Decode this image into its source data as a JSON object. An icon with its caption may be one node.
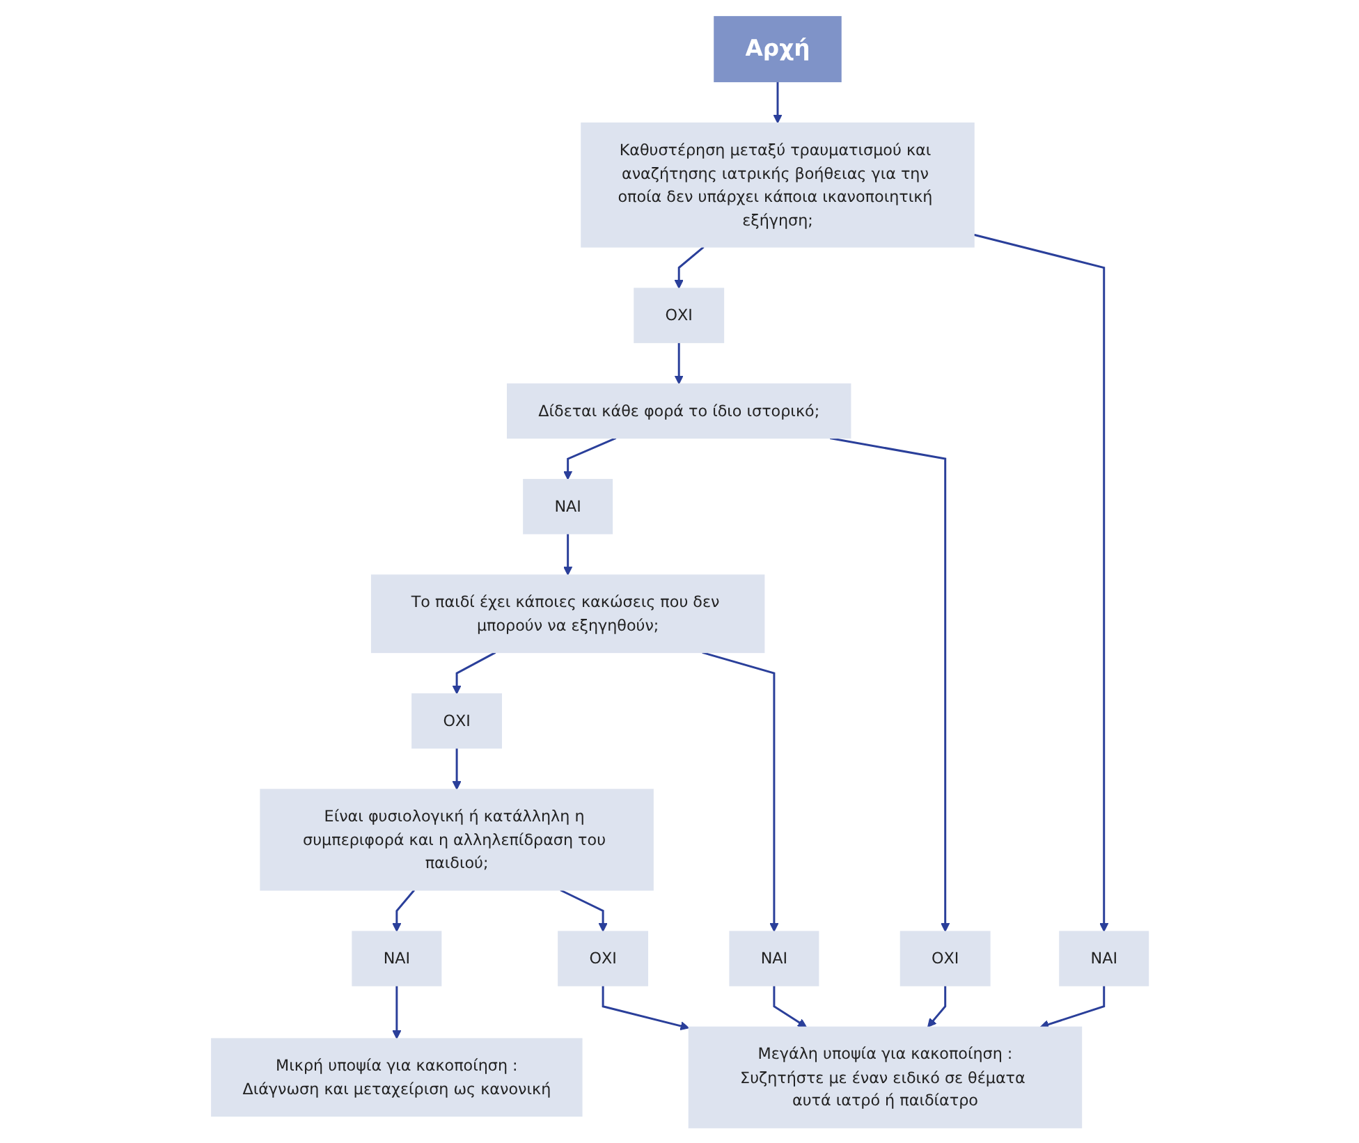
{
  "diagram": {
    "nodes": [
      {
        "text": [
          "Αρχή"
        ]
      },
      {
        "text": [
          "Καθυστέρηση μεταξύ τραυματισμού και αναζήτησης ιατρικής βοήθειας για την οποία δεν υπάρχει κάποια ικανοποιητική εξήγηση;"
        ]
      },
      {
        "text": [
          "ΟΧΙ"
        ]
      },
      {
        "text": [
          "ΝΑΙ"
        ]
      },
      {
        "text": [
          "Δίδεται κάθε φορά το ίδιο ιστορικό;"
        ]
      },
      {
        "text": [
          "ΝΑΙ"
        ]
      },
      {
        "text": [
          "ΟΧΙ"
        ]
      },
      {
        "text": [
          "Το παιδί έχει κάποιες κακώσεις που δεν μπορούν να εξηγηθούν;"
        ]
      },
      {
        "text": [
          "ΟΧΙ"
        ]
      },
      {
        "text": [
          "ΝΑΙ"
        ]
      },
      {
        "text": [
          "Είναι φυσιολογική ή κατάλληλη η συμπεριφορά και η αλληλεπίδραση του παιδιού;"
        ]
      },
      {
        "text": [
          "ΝΑΙ"
        ]
      },
      {
        "text": [
          "ΟΧΙ"
        ]
      },
      {
        "text": [
          "Μικρή υποψία για κακοποίηση :",
          "Διάγνωση και μεταχείριση ως κανονική"
        ]
      },
      {
        "text": [
          "Μεγάλη υποψία για κακοποίηση :",
          "Συζητήστε με έναν ειδικό σε θέματα αυτά ιατρό ή παιδίατρο"
        ]
      }
    ],
    "edges": [
      {
        "from": 0,
        "to": 1,
        "arrow": "to"
      },
      {
        "from": 1,
        "to": 2,
        "arrow": "to"
      },
      {
        "from": 1,
        "to": 3,
        "arrow": "to"
      },
      {
        "from": 2,
        "to": 4,
        "arrow": "to"
      },
      {
        "from": 4,
        "to": 5,
        "arrow": "to"
      },
      {
        "from": 4,
        "to": 6,
        "arrow": "to"
      },
      {
        "from": 5,
        "to": 7,
        "arrow": "to"
      },
      {
        "from": 7,
        "to": 8,
        "arrow": "to"
      },
      {
        "from": 7,
        "to": 9,
        "arrow": "to"
      },
      {
        "from": 8,
        "to": 10,
        "arrow": "to"
      },
      {
        "from": 10,
        "to": 11,
        "arrow": "to"
      },
      {
        "from": 10,
        "to": 12,
        "arrow": "to"
      },
      {
        "from": 11,
        "to": 13,
        "arrow": "to"
      },
      {
        "from": 12,
        "to": 14,
        "arrow": "to"
      },
      {
        "from": 9,
        "to": 14,
        "arrow": "to"
      },
      {
        "from": 6,
        "to": 14,
        "arrow": "to"
      },
      {
        "from": 3,
        "to": 14,
        "arrow": "to"
      }
    ]
  }
}
